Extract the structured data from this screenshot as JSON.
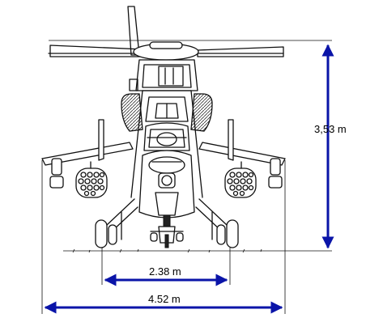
{
  "dimensions": {
    "height_label": "3,53 m",
    "track_label": "2.38 m",
    "span_label": "4.52 m"
  },
  "colors": {
    "dimension_arrow": "#0a14a8",
    "line_art": "#111111",
    "background": "#ffffff"
  }
}
